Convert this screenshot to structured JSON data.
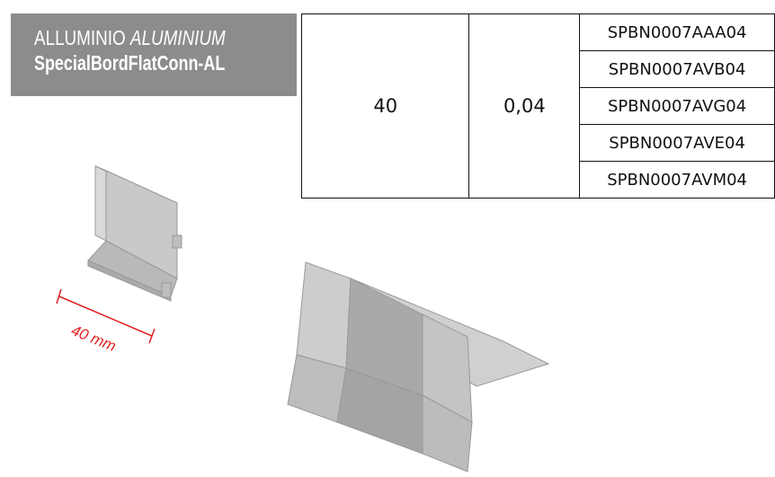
{
  "header": {
    "material_it": "ALLUMINIO",
    "material_en": "ALUMINIUM",
    "product_name": "SpecialBordFlatConn-AL"
  },
  "table": {
    "width_value": "40",
    "thickness_value": "0,04",
    "codes": [
      "SPBN0007AAA04",
      "SPBN0007AVB04",
      "SPBN0007AVG04",
      "SPBN0007AVE04",
      "SPBN0007AVM04"
    ]
  },
  "drawing": {
    "dimension_label": "40 mm",
    "dimension_color": "#e02020",
    "part_color": "#c8c8c8"
  }
}
